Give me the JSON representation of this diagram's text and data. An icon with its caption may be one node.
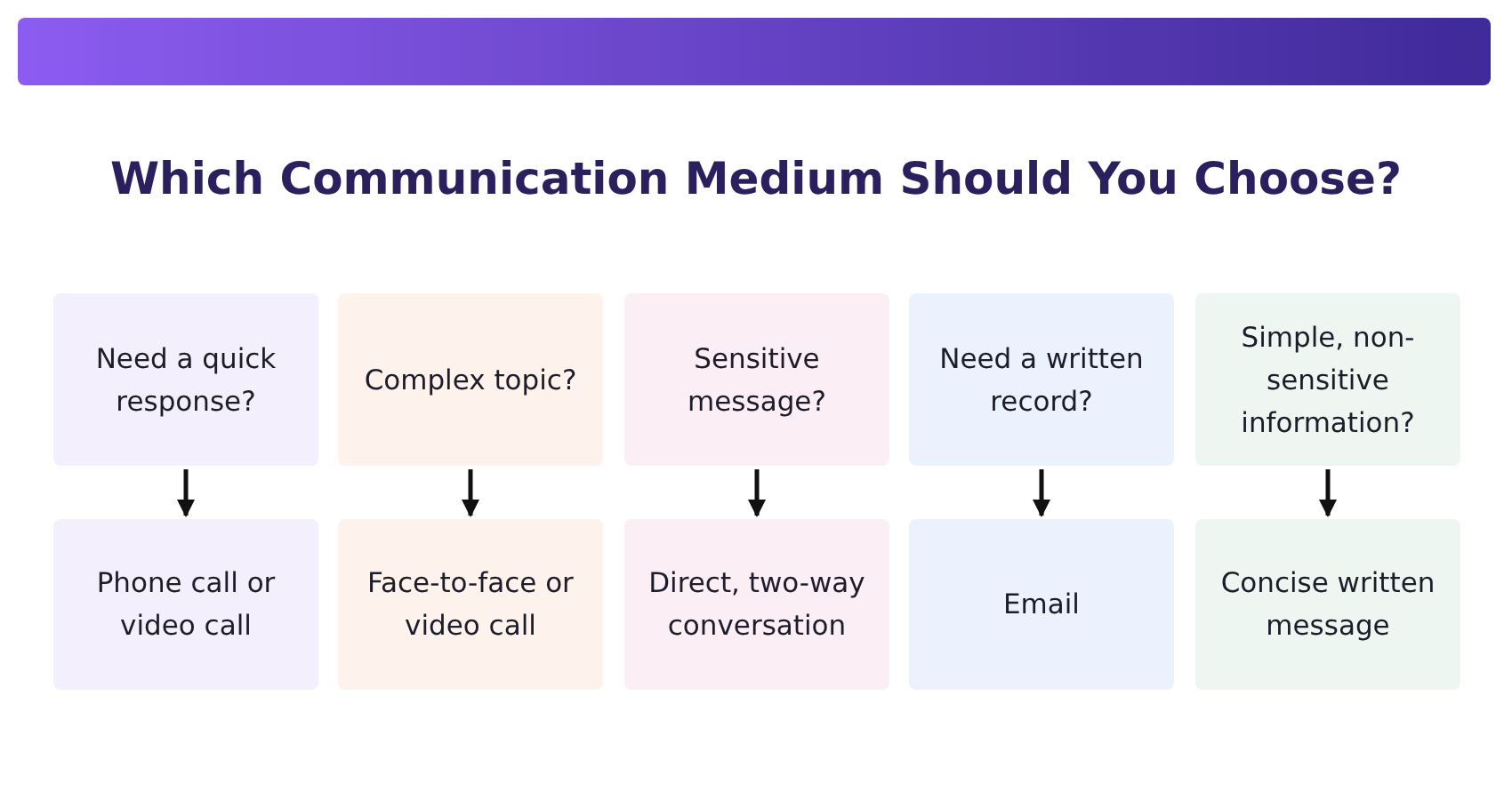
{
  "diagram": {
    "title": "Which Communication Medium Should You Choose?",
    "nodes": [
      {
        "text": [
          "Need a quick response?"
        ]
      },
      {
        "text": [
          "Complex topic?"
        ]
      },
      {
        "text": [
          "Sensitive message?"
        ]
      },
      {
        "text": [
          "Need a written record?"
        ]
      },
      {
        "text": [
          "Simple, non-sensitive information?"
        ]
      },
      {
        "text": [
          "Phone call or video call"
        ]
      },
      {
        "text": [
          "Face-to-face or video call"
        ]
      },
      {
        "text": [
          "Direct, two-way conversation"
        ]
      },
      {
        "text": [
          "Email"
        ]
      },
      {
        "text": [
          "Concise written message"
        ]
      }
    ],
    "edges": [
      {
        "from": 0,
        "to": 5,
        "arrow": "to"
      },
      {
        "from": 1,
        "to": 6,
        "arrow": "to"
      },
      {
        "from": 2,
        "to": 7,
        "arrow": "to"
      },
      {
        "from": 3,
        "to": 8,
        "arrow": "to"
      },
      {
        "from": 4,
        "to": 9,
        "arrow": "to"
      }
    ]
  }
}
